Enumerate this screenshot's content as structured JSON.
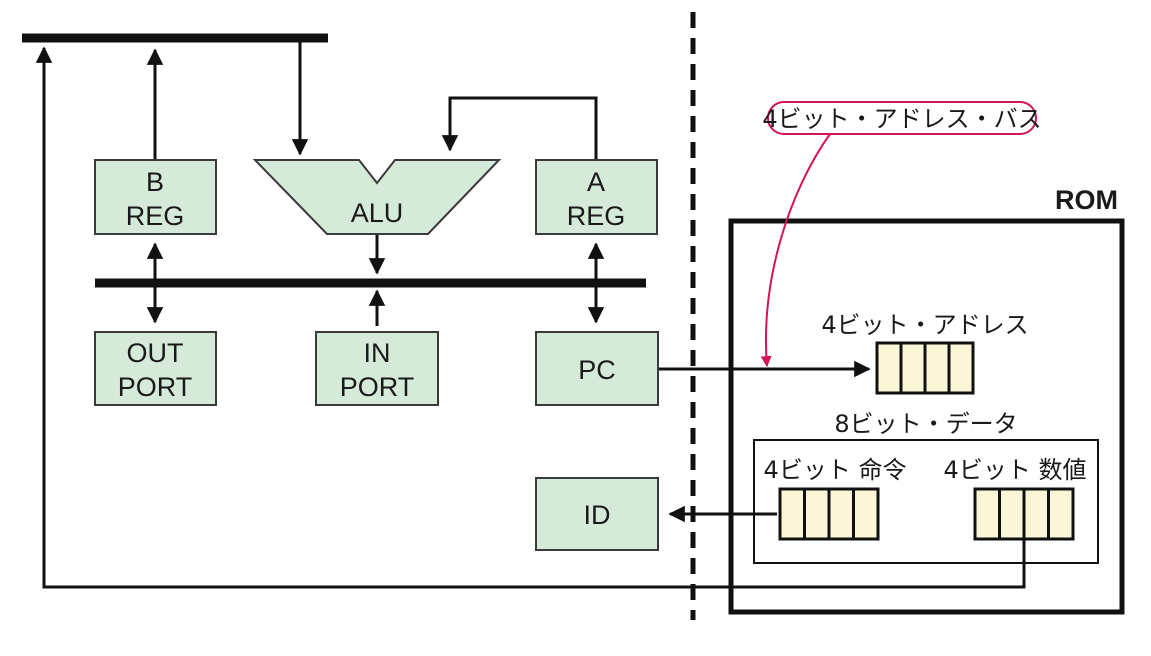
{
  "blocks": {
    "b_reg": [
      "B",
      "REG"
    ],
    "alu": "ALU",
    "a_reg": [
      "A",
      "REG"
    ],
    "out_port": [
      "OUT",
      "PORT"
    ],
    "in_port": [
      "IN",
      "PORT"
    ],
    "pc": "PC",
    "id": "ID"
  },
  "rom": {
    "title": "ROM",
    "address_label": "4ビット・アドレス",
    "data_label": "8ビット・データ",
    "instruction_label": "4ビット 命令",
    "value_label": "4ビット 数値"
  },
  "callout": "4ビット・アドレス・バス",
  "colors": {
    "block_fill": "#d6ead9",
    "cell_fill": "#fbf6d8",
    "callout_color": "#d4145a"
  }
}
